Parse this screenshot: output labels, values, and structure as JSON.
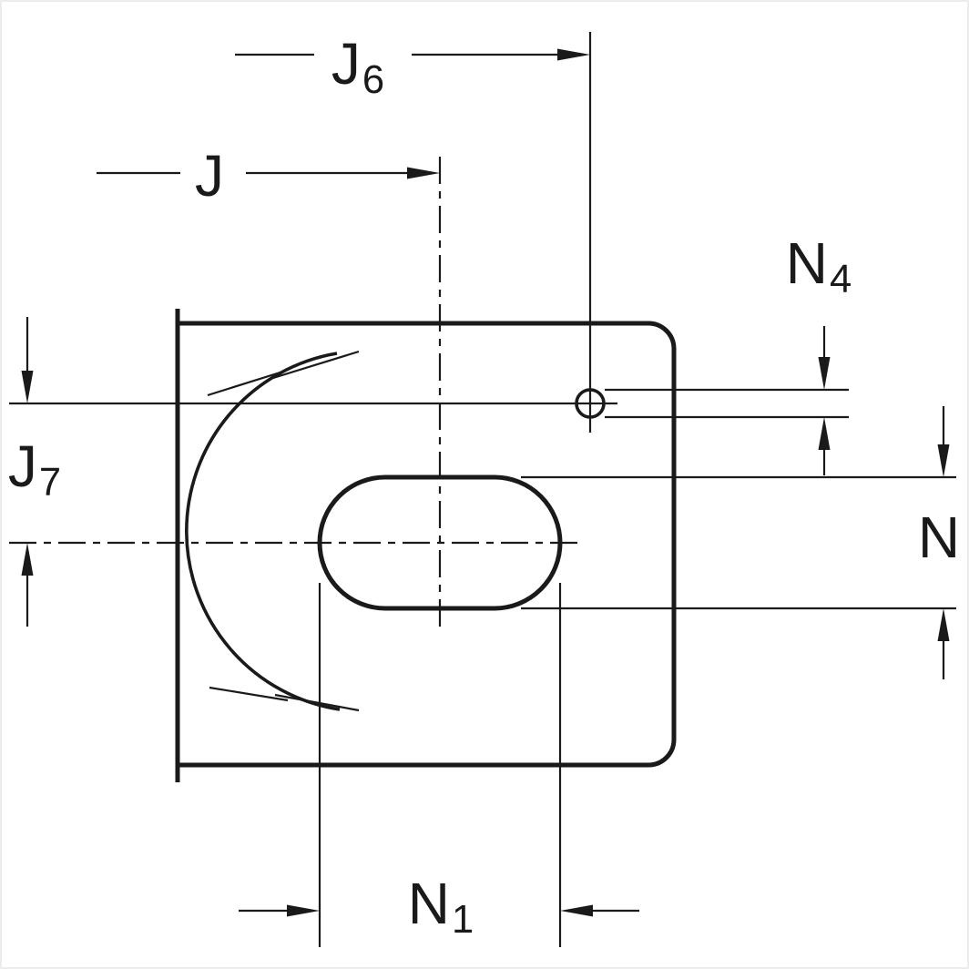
{
  "drawing": {
    "type": "technical-dimension-drawing",
    "background": "#ffffff",
    "line_color": "#1a1a1a"
  },
  "labels": {
    "j6": {
      "main": "J",
      "sub": "6"
    },
    "j": {
      "main": "J",
      "sub": ""
    },
    "n4": {
      "main": "N",
      "sub": "4"
    },
    "j7": {
      "main": "J",
      "sub": "7"
    },
    "n": {
      "main": "N",
      "sub": ""
    },
    "n1": {
      "main": "N",
      "sub": "1"
    }
  }
}
